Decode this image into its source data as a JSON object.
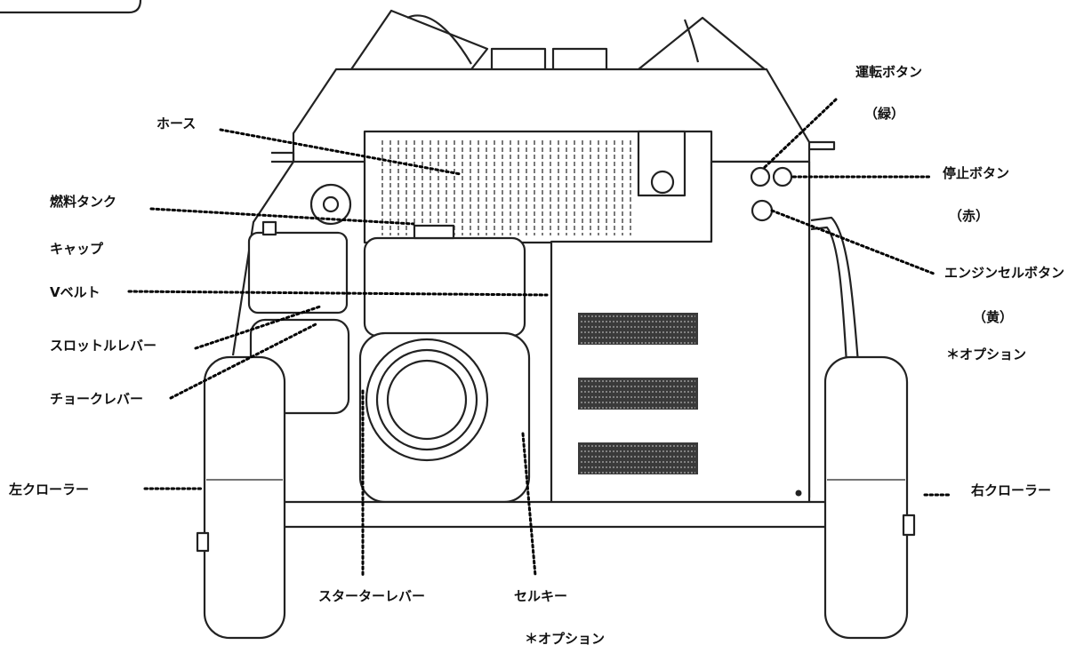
{
  "labels": {
    "hose": "ホース",
    "fuel_cap_line1": "燃料タンク",
    "fuel_cap_line2": "キャップ",
    "v_belt": "Vベルト",
    "throttle_lever": "スロットルレバー",
    "choke_lever": "チョークレバー",
    "left_crawler": "左クローラー",
    "starter_lever": "スターターレバー",
    "cell_key": "セルキー",
    "cell_key_option": "＊オプション",
    "run_button": "運転ボタン",
    "run_button_color": "（緑）",
    "stop_button": "停止ボタン",
    "stop_button_color": "（赤）",
    "engine_cell_button": "エンジンセルボタン",
    "engine_cell_button_color": "（黄）",
    "engine_cell_option": "＊オプション",
    "right_crawler": "右クローラー"
  }
}
